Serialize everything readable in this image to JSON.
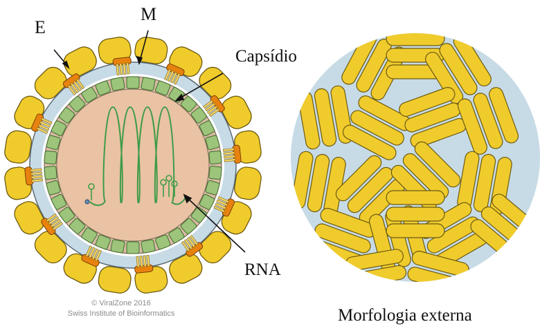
{
  "labels": {
    "envelope_protein": "E",
    "membrane_protein": "M",
    "capsid": "Capsídio",
    "genome": "RNA",
    "external": "Morfologia externa"
  },
  "credit": {
    "line1": "© ViralZone 2016",
    "line2": "Swiss Institute of Bioinformatics"
  },
  "colors": {
    "envelope_yellow": "#f0cb2c",
    "membrane_blue": "#c7dbe6",
    "capsid_green": "#9cc47a",
    "core_tan": "#e9c3a3",
    "rna_green": "#3f9b4a",
    "m_protein_orange": "#e8820f"
  }
}
